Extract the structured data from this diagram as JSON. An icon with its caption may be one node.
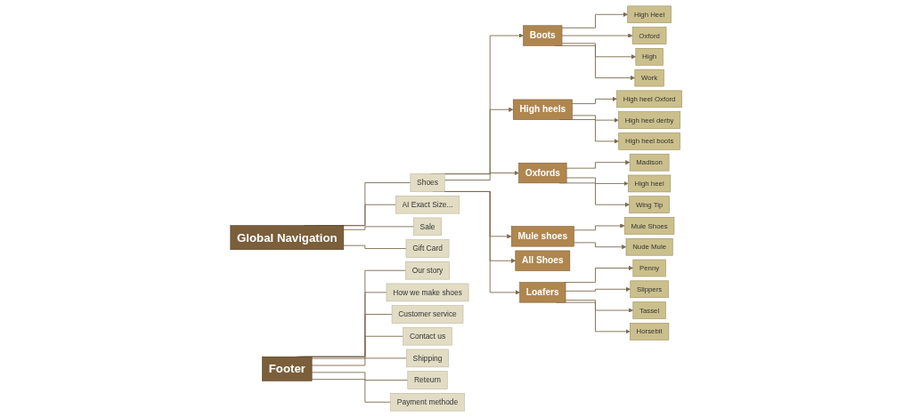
{
  "diagram": {
    "nodes": [
      {
        "text": [
          "Global Navigation"
        ]
      },
      {
        "text": [
          "Shoes"
        ]
      },
      {
        "text": [
          "AI Exact Size..."
        ]
      },
      {
        "text": [
          "Sale"
        ]
      },
      {
        "text": [
          "Gift Card"
        ]
      },
      {
        "text": [
          "Boots"
        ]
      },
      {
        "text": [
          "High Heel"
        ]
      },
      {
        "text": [
          "Oxford"
        ]
      },
      {
        "text": [
          "High"
        ]
      },
      {
        "text": [
          "Work"
        ]
      },
      {
        "text": [
          "High heels"
        ]
      },
      {
        "text": [
          "High heel Oxford"
        ]
      },
      {
        "text": [
          "High heel derby"
        ]
      },
      {
        "text": [
          "High heel boots"
        ]
      },
      {
        "text": [
          "Oxfords"
        ]
      },
      {
        "text": [
          "Madison"
        ]
      },
      {
        "text": [
          "High heel"
        ]
      },
      {
        "text": [
          "Wing Tip"
        ]
      },
      {
        "text": [
          "Mule shoes"
        ]
      },
      {
        "text": [
          "Mule Shoes"
        ]
      },
      {
        "text": [
          "Nude Mule"
        ]
      },
      {
        "text": [
          "All Shoes"
        ]
      },
      {
        "text": [
          "Loafers"
        ]
      },
      {
        "text": [
          "Penny"
        ]
      },
      {
        "text": [
          "Slippers"
        ]
      },
      {
        "text": [
          "Tassel"
        ]
      },
      {
        "text": [
          "Horsebit"
        ]
      },
      {
        "text": [
          "Footer"
        ]
      },
      {
        "text": [
          "Our story"
        ]
      },
      {
        "text": [
          "How we make shoes"
        ]
      },
      {
        "text": [
          "Customer service"
        ]
      },
      {
        "text": [
          "Contact us"
        ]
      },
      {
        "text": [
          "Shipping"
        ]
      },
      {
        "text": [
          "Reteurn"
        ]
      },
      {
        "text": [
          "Payment methode"
        ]
      }
    ],
    "edges": [
      {
        "from": 0,
        "to": 1,
        "arrow": "none"
      },
      {
        "from": 0,
        "to": 2,
        "arrow": "none"
      },
      {
        "from": 0,
        "to": 3,
        "arrow": "none"
      },
      {
        "from": 0,
        "to": 4,
        "arrow": "none"
      },
      {
        "from": 1,
        "to": 5,
        "arrow": "to"
      },
      {
        "from": 5,
        "to": 6,
        "arrow": "to"
      },
      {
        "from": 5,
        "to": 7,
        "arrow": "to"
      },
      {
        "from": 5,
        "to": 8,
        "arrow": "to"
      },
      {
        "from": 5,
        "to": 9,
        "arrow": "to"
      },
      {
        "from": 1,
        "to": 10,
        "arrow": "to"
      },
      {
        "from": 10,
        "to": 11,
        "arrow": "to"
      },
      {
        "from": 10,
        "to": 12,
        "arrow": "to"
      },
      {
        "from": 10,
        "to": 13,
        "arrow": "to"
      },
      {
        "from": 1,
        "to": 14,
        "arrow": "to"
      },
      {
        "from": 14,
        "to": 15,
        "arrow": "to"
      },
      {
        "from": 14,
        "to": 16,
        "arrow": "to"
      },
      {
        "from": 14,
        "to": 17,
        "arrow": "to"
      },
      {
        "from": 1,
        "to": 18,
        "arrow": "to"
      },
      {
        "from": 18,
        "to": 19,
        "arrow": "to"
      },
      {
        "from": 18,
        "to": 20,
        "arrow": "to"
      },
      {
        "from": 1,
        "to": 21,
        "arrow": "to"
      },
      {
        "from": 1,
        "to": 22,
        "arrow": "to"
      },
      {
        "from": 22,
        "to": 23,
        "arrow": "to"
      },
      {
        "from": 22,
        "to": 24,
        "arrow": "to"
      },
      {
        "from": 22,
        "to": 25,
        "arrow": "to"
      },
      {
        "from": 22,
        "to": 26,
        "arrow": "to"
      },
      {
        "from": 27,
        "to": 28,
        "arrow": "none"
      },
      {
        "from": 27,
        "to": 29,
        "arrow": "none"
      },
      {
        "from": 27,
        "to": 30,
        "arrow": "none"
      },
      {
        "from": 27,
        "to": 31,
        "arrow": "none"
      },
      {
        "from": 27,
        "to": 32,
        "arrow": "none"
      },
      {
        "from": 27,
        "to": 33,
        "arrow": "none"
      },
      {
        "from": 27,
        "to": 34,
        "arrow": "none"
      }
    ]
  }
}
